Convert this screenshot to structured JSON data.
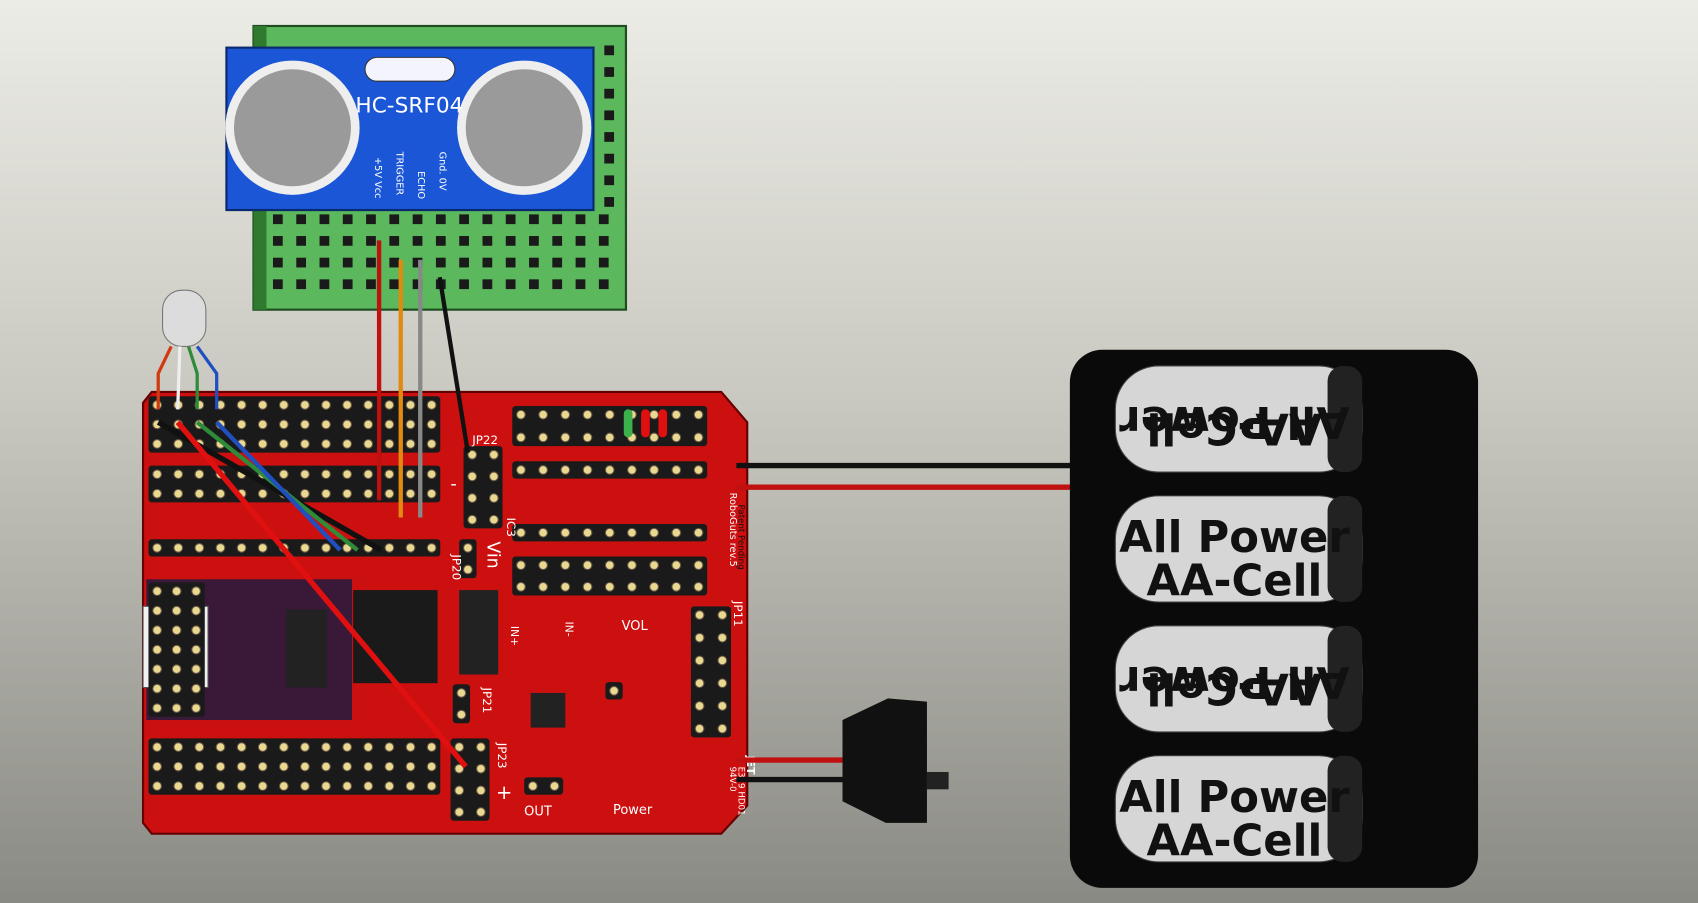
{
  "sensor": {
    "title": "HC-SRF04",
    "pins": [
      "+5V Vcc",
      "TRIGGER",
      "ECHO",
      "Gnd. 0V"
    ]
  },
  "board": {
    "labels": {
      "jp22": "JP22",
      "jp20": "JP20",
      "vin": "Vin",
      "jp21": "JP21",
      "jp23": "JP23",
      "ic3": "IC3",
      "jp11": "JP11",
      "vol": "VOL",
      "in_plus": "IN+",
      "in_minus": "IN-",
      "out": "OUT",
      "power": "Power",
      "name": "RoboGuts rev.5",
      "patent": "Patent Pending",
      "jet": "JET",
      "rating": "94V-0",
      "code": "E329 HD01",
      "minus": "-",
      "plus": "+"
    }
  },
  "battery": {
    "brand": "All Power",
    "type": "AA-Cell",
    "cells": 4
  },
  "colors": {
    "pcb": "#cc1010",
    "sensor": "#1a56d6",
    "breadboard": "#4caf50",
    "battery_holder": "#0a0a0a"
  }
}
